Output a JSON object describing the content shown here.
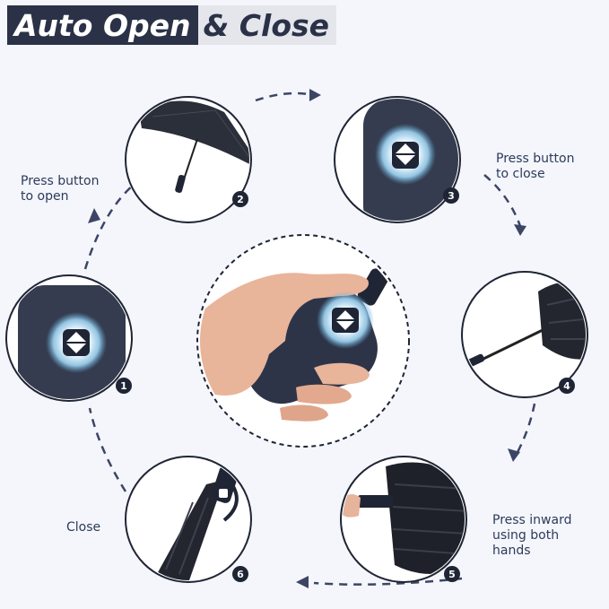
{
  "title": {
    "part1": "Auto Open",
    "part2": "& Close"
  },
  "steps": [
    {
      "number": "1"
    },
    {
      "number": "2"
    },
    {
      "number": "3"
    },
    {
      "number": "4"
    },
    {
      "number": "5"
    },
    {
      "number": "6"
    }
  ],
  "labels": {
    "press_to_open": [
      "Press button",
      "to open"
    ],
    "press_to_close": [
      "Press button",
      "to close"
    ],
    "press_inward": [
      "Press inward",
      "using both",
      "hands"
    ],
    "close": [
      "Close"
    ]
  },
  "colors": {
    "navy": "#2b3247",
    "label_text": "#2d3a5a",
    "circle_border": "#1f2535",
    "dash": "#3c4565"
  }
}
